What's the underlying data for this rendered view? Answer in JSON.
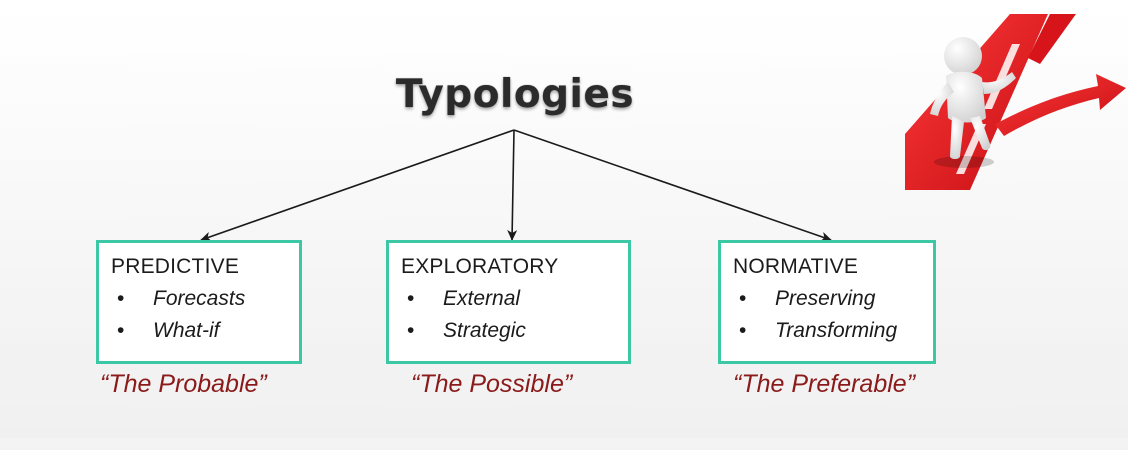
{
  "title": "Typologies",
  "boxes": [
    {
      "heading": "PREDICTIVE",
      "items": [
        "Forecasts",
        "What-if"
      ],
      "caption": "“The Probable”"
    },
    {
      "heading": "EXPLORATORY",
      "items": [
        "External",
        "Strategic"
      ],
      "caption": "“The Possible”"
    },
    {
      "heading": "NORMATIVE",
      "items": [
        "Preserving",
        "Transforming"
      ],
      "caption": "“The Preferable”"
    }
  ],
  "bullet": "•",
  "colors": {
    "box_border": "#3cc7a5",
    "caption": "#8b1a1a",
    "title": "#2b2b2b",
    "arrow_path": "#e0161e"
  },
  "icons": {
    "figure": "figure-on-red-arrow-path-icon"
  }
}
